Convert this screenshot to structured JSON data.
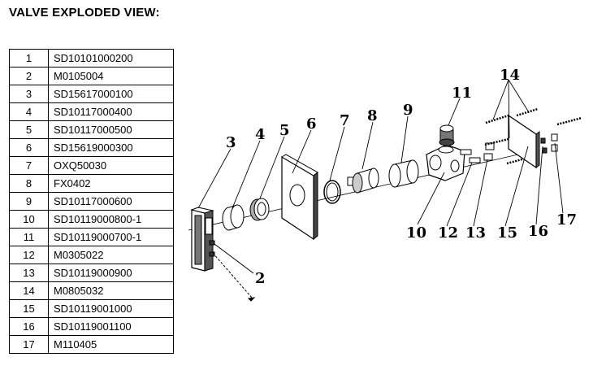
{
  "title": "VALVE EXPLODED VIEW:",
  "parts": [
    {
      "no": "1",
      "code": "SD10101000200"
    },
    {
      "no": "2",
      "code": "M0105004"
    },
    {
      "no": "3",
      "code": "SD15617000100"
    },
    {
      "no": "4",
      "code": "SD10117000400"
    },
    {
      "no": "5",
      "code": "SD10117000500"
    },
    {
      "no": "6",
      "code": "SD15619000300"
    },
    {
      "no": "7",
      "code": "OXQ50030"
    },
    {
      "no": "8",
      "code": "FX0402"
    },
    {
      "no": "9",
      "code": "SD10117000600"
    },
    {
      "no": "10",
      "code": "SD10119000800-1"
    },
    {
      "no": "11",
      "code": "SD10119000700-1"
    },
    {
      "no": "12",
      "code": "M0305022"
    },
    {
      "no": "13",
      "code": "SD10119000900"
    },
    {
      "no": "14",
      "code": "M0805032"
    },
    {
      "no": "15",
      "code": "SD10119001000"
    },
    {
      "no": "16",
      "code": "SD10119001100"
    },
    {
      "no": "17",
      "code": "M110405"
    }
  ],
  "callouts": {
    "c2": "2",
    "c3": "3",
    "c4": "4",
    "c5": "5",
    "c6": "6",
    "c7": "7",
    "c8": "8",
    "c9": "9",
    "c10": "10",
    "c11": "11",
    "c12": "12",
    "c13": "13",
    "c14": "14",
    "c15": "15",
    "c16": "16",
    "c17": "17"
  }
}
